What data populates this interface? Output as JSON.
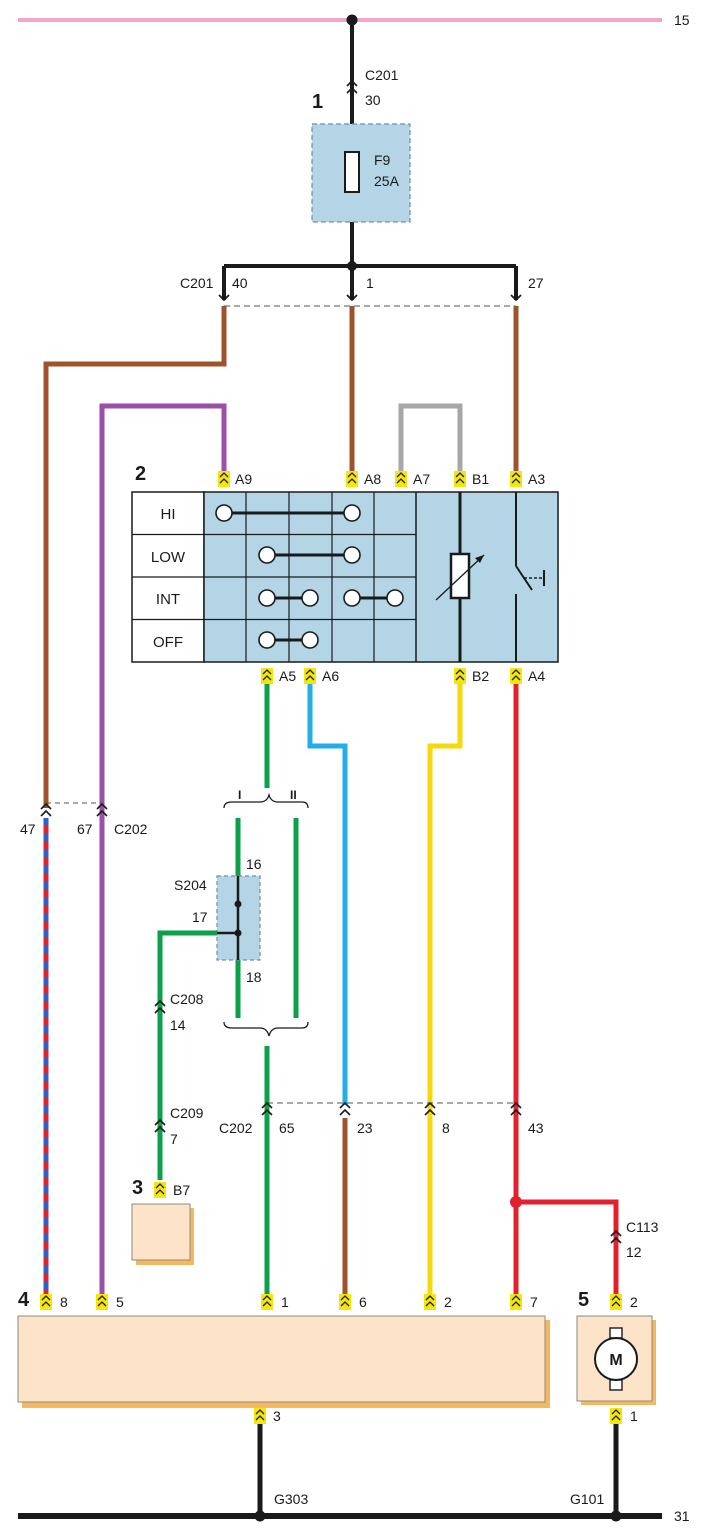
{
  "bus": {
    "top": "15",
    "bottom": "31"
  },
  "components": {
    "c1": "1",
    "c2": "2",
    "c3": "3",
    "c4": "4",
    "c5": "5"
  },
  "fuse": {
    "name": "F9",
    "rating": "25A"
  },
  "connectors": {
    "c201": "C201",
    "c202": "C202",
    "s204": "S204",
    "c208": "C208",
    "c209": "C209",
    "c113": "C113",
    "g303": "G303",
    "g101": "G101"
  },
  "pins": {
    "c201_30": "30",
    "c201_40": "40",
    "c201_1": "1",
    "c201_27": "27",
    "a9": "A9",
    "a8": "A8",
    "a7": "A7",
    "b1": "B1",
    "a3": "A3",
    "a5": "A5",
    "a6": "A6",
    "b2": "B2",
    "a4": "A4",
    "c202_47": "47",
    "c202_67": "67",
    "s204_16": "16",
    "s204_17": "17",
    "s204_18": "18",
    "c208_14": "14",
    "c209_7": "7",
    "b7": "B7",
    "c202_65": "65",
    "c202_23": "23",
    "c202_8": "8",
    "c202_43": "43",
    "c113_12": "12",
    "m4_8": "8",
    "m4_5": "5",
    "m4_1": "1",
    "m4_6": "6",
    "m4_2": "2",
    "m4_7": "7",
    "m4_3": "3",
    "m5_2": "2",
    "m5_1": "1"
  },
  "switch": {
    "hi": "HI",
    "low": "LOW",
    "int": "INT",
    "off": "OFF"
  },
  "variants": {
    "v1": "I",
    "v2": "II"
  },
  "motor": {
    "symbol": "M"
  },
  "colors": {
    "bus_top": "#f2a7c8",
    "black": "#1a1a1a",
    "brown": "#a0522d",
    "violet": "#9b4fa6",
    "gray": "#a7a7a7",
    "green": "#0aa14a",
    "blue": "#22aee8",
    "yellow": "#f5d90a",
    "red": "#e3202c",
    "box_blue": "#b3d5e6",
    "box_peach": "#fde3c8",
    "shadow": "#f6b85e",
    "connector": "#f4e60a"
  }
}
